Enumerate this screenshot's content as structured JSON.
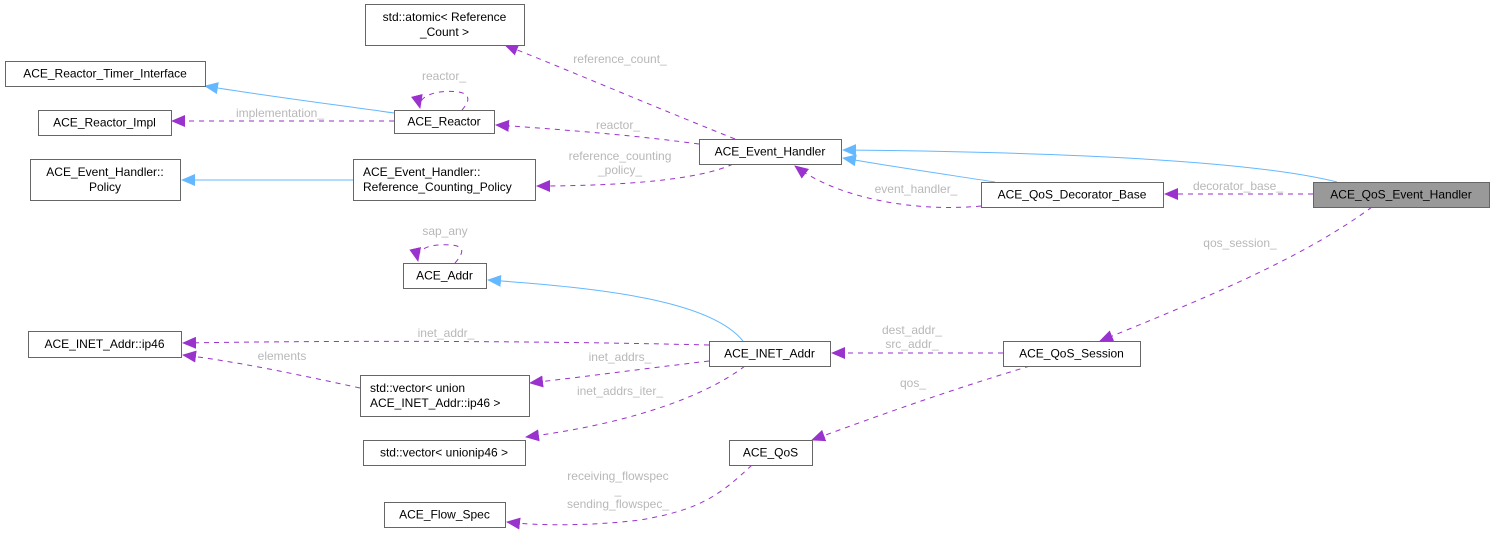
{
  "diagram": {
    "title": "ACE_QoS_Event_Handler collaboration diagram",
    "colors": {
      "focus_fill": "#999999",
      "inheritance_edge": "#63b8ff",
      "member_edge": "#9a32cd",
      "label_text": "#b8b8b8"
    },
    "nodes": [
      {
        "id": "atomic_ref_count",
        "lines": [
          "std::atomic< Reference",
          "_Count >"
        ]
      },
      {
        "id": "reactor_timer_interface",
        "lines": [
          "ACE_Reactor_Timer_Interface"
        ]
      },
      {
        "id": "reactor_impl",
        "lines": [
          "ACE_Reactor_Impl"
        ]
      },
      {
        "id": "reactor",
        "lines": [
          "ACE_Reactor"
        ]
      },
      {
        "id": "event_handler_policy",
        "lines": [
          "ACE_Event_Handler::",
          "Policy"
        ]
      },
      {
        "id": "reference_counting_policy",
        "lines": [
          "ACE_Event_Handler::",
          "Reference_Counting_Policy"
        ]
      },
      {
        "id": "event_handler",
        "lines": [
          "ACE_Event_Handler"
        ]
      },
      {
        "id": "qos_decorator_base",
        "lines": [
          "ACE_QoS_Decorator_Base"
        ]
      },
      {
        "id": "qos_event_handler",
        "lines": [
          "ACE_QoS_Event_Handler"
        ],
        "focus": true
      },
      {
        "id": "addr",
        "lines": [
          "ACE_Addr"
        ]
      },
      {
        "id": "inet_addr_ip46",
        "lines": [
          "ACE_INET_Addr::ip46"
        ]
      },
      {
        "id": "inet_addr",
        "lines": [
          "ACE_INET_Addr"
        ]
      },
      {
        "id": "vector_union_ip46",
        "lines": [
          "std::vector< union",
          " ACE_INET_Addr::ip46 >"
        ]
      },
      {
        "id": "vector_unionip46",
        "lines": [
          "std::vector< unionip46 >"
        ]
      },
      {
        "id": "qos_session",
        "lines": [
          "ACE_QoS_Session"
        ]
      },
      {
        "id": "qos",
        "lines": [
          "ACE_QoS"
        ]
      },
      {
        "id": "flow_spec",
        "lines": [
          "ACE_Flow_Spec"
        ]
      }
    ],
    "edges": [
      {
        "id": "e-timer",
        "type": "inheritance",
        "from": "reactor",
        "to": "reactor_timer_interface",
        "label": []
      },
      {
        "id": "e-policy",
        "type": "inheritance",
        "from": "reference_counting_policy",
        "to": "event_handler_policy",
        "label": []
      },
      {
        "id": "e-qeh-eh",
        "type": "inheritance",
        "from": "qos_event_handler",
        "to": "event_handler",
        "label": []
      },
      {
        "id": "e-qdb-eh",
        "type": "inheritance",
        "from": "qos_decorator_base",
        "to": "event_handler",
        "label": []
      },
      {
        "id": "e-addr",
        "type": "inheritance",
        "from": "inet_addr",
        "to": "addr",
        "label": []
      },
      {
        "id": "e-reactor-self",
        "type": "member",
        "from": "reactor",
        "to": "reactor",
        "label": [
          "reactor_"
        ]
      },
      {
        "id": "e-impl",
        "type": "member",
        "from": "reactor",
        "to": "reactor_impl",
        "label": [
          "implementation_"
        ]
      },
      {
        "id": "e-refcount",
        "type": "member",
        "from": "event_handler",
        "to": "atomic_ref_count",
        "label": [
          "reference_count_"
        ]
      },
      {
        "id": "e-reactor",
        "type": "member",
        "from": "event_handler",
        "to": "reactor",
        "label": [
          "reactor_"
        ]
      },
      {
        "id": "e-rcp",
        "type": "member",
        "from": "event_handler",
        "to": "reference_counting_policy",
        "label": [
          "reference_counting",
          "_policy_"
        ]
      },
      {
        "id": "e-evh",
        "type": "member",
        "from": "qos_decorator_base",
        "to": "event_handler",
        "label": [
          "event_handler_"
        ]
      },
      {
        "id": "e-decorator",
        "type": "member",
        "from": "qos_event_handler",
        "to": "qos_decorator_base",
        "label": [
          "decorator_base_"
        ]
      },
      {
        "id": "e-session",
        "type": "member",
        "from": "qos_event_handler",
        "to": "qos_session",
        "label": [
          "qos_session_"
        ]
      },
      {
        "id": "e-sap",
        "type": "member",
        "from": "addr",
        "to": "addr",
        "label": [
          "sap_any"
        ]
      },
      {
        "id": "e-inetaddr",
        "type": "member",
        "from": "inet_addr",
        "to": "inet_addr_ip46",
        "label": [
          "inet_addr_"
        ]
      },
      {
        "id": "e-elements",
        "type": "member",
        "from": "vector_union_ip46",
        "to": "inet_addr_ip46",
        "label": [
          "elements"
        ]
      },
      {
        "id": "e-inetaddrs",
        "type": "member",
        "from": "inet_addr",
        "to": "vector_union_ip46",
        "label": [
          "inet_addrs_"
        ]
      },
      {
        "id": "e-iter",
        "type": "member",
        "from": "inet_addr",
        "to": "vector_unionip46",
        "label": [
          "inet_addrs_iter_"
        ]
      },
      {
        "id": "e-destsrc",
        "type": "member",
        "from": "qos_session",
        "to": "inet_addr",
        "label": [
          "dest_addr_",
          "src_addr_"
        ]
      },
      {
        "id": "e-qos",
        "type": "member",
        "from": "qos_session",
        "to": "qos",
        "label": [
          "qos_"
        ]
      },
      {
        "id": "e-flowspec",
        "type": "member",
        "from": "qos",
        "to": "flow_spec",
        "label": [
          "receiving_flowspec",
          "_",
          "sending_flowspec_"
        ]
      }
    ]
  }
}
